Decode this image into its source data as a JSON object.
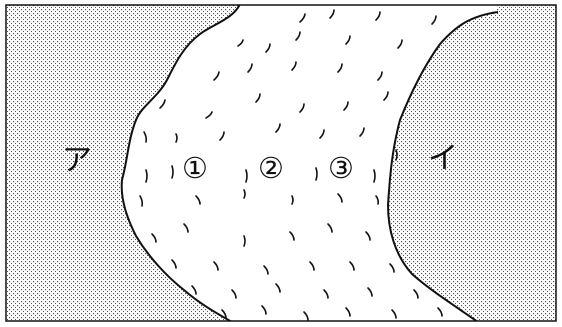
{
  "labels": {
    "bank_left": "ア",
    "bank_right": "イ",
    "point_1": "①",
    "point_2": "②",
    "point_3": "③"
  },
  "colors": {
    "stroke": "#111111",
    "background": "#ffffff",
    "dots": "#555555"
  },
  "icons": {
    "bank_left": "dotted-land",
    "bank_right": "dotted-land",
    "river": "flow-dashes"
  }
}
